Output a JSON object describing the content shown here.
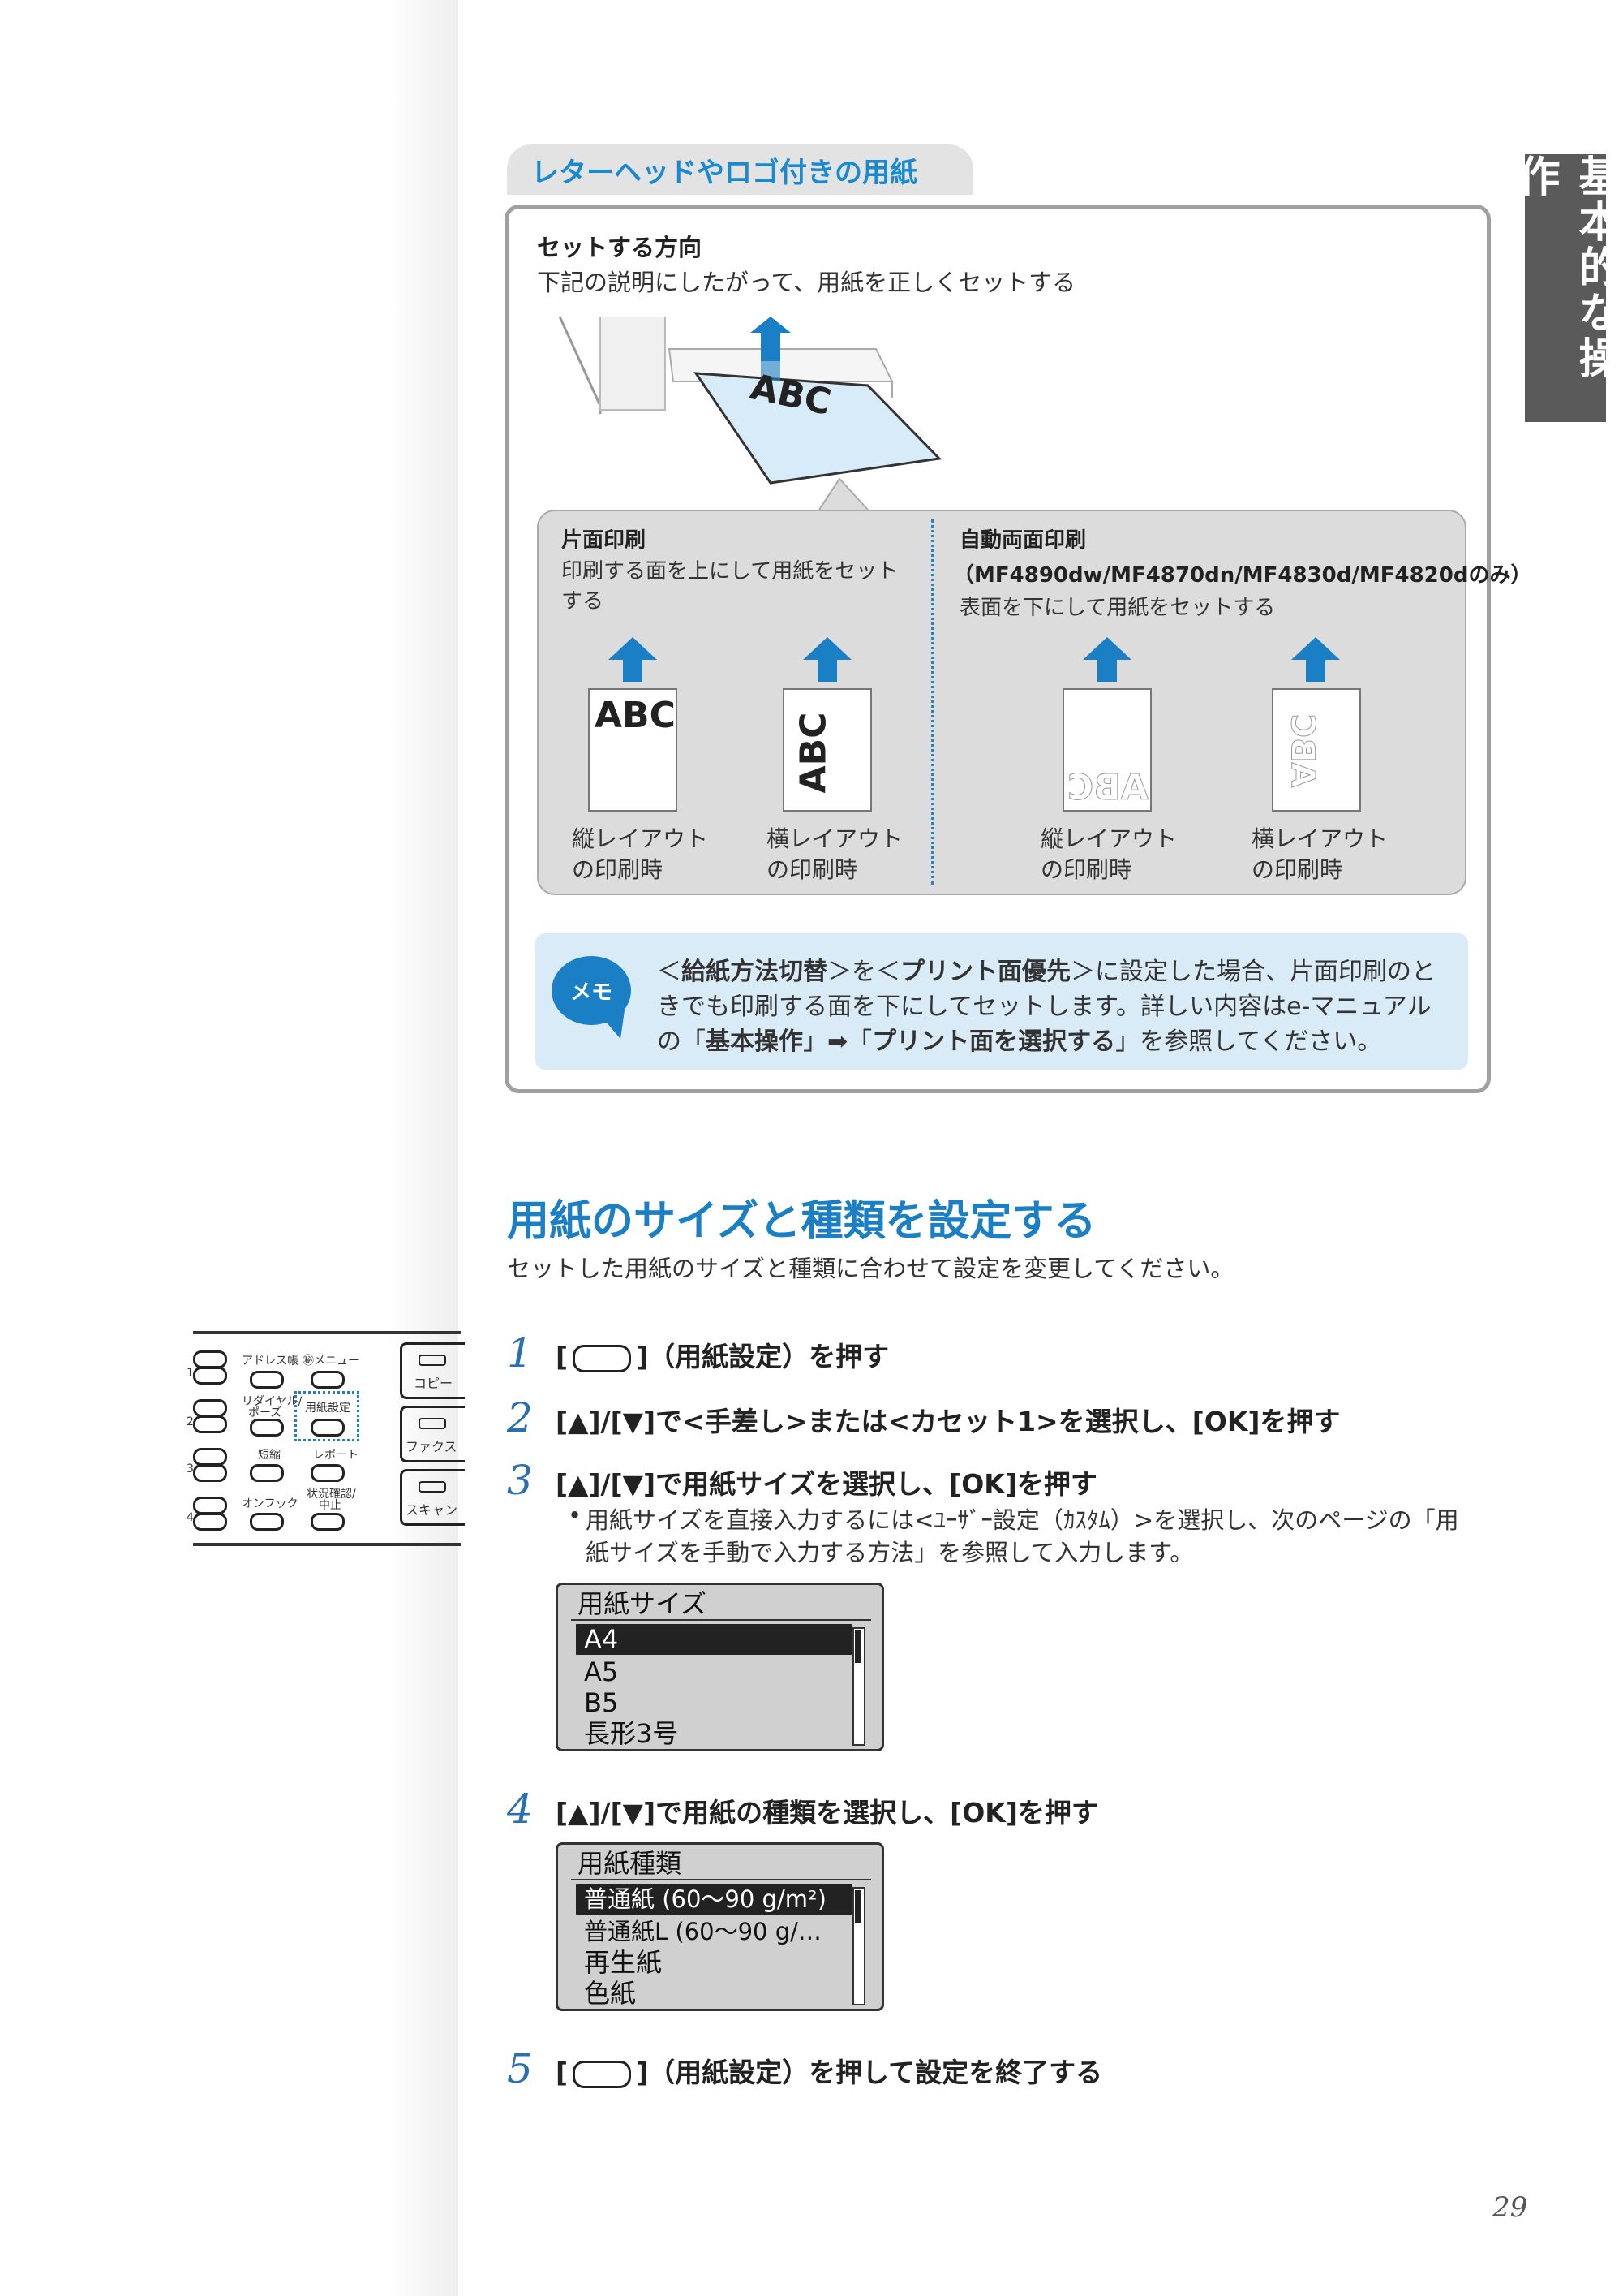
{
  "side_tab": "基本的な操作",
  "section_tab": "レターヘッドやロゴ付きの用紙",
  "set_direction": {
    "heading": "セットする方向",
    "text": "下記の説明にしたがって、用紙を正しくセットする",
    "illustration_text": "ABC"
  },
  "single_side": {
    "heading": "片面印刷",
    "text_line1": "印刷する面を上にして用紙をセット",
    "text_line2": "する",
    "portrait_text": "ABC",
    "landscape_text": "ABC",
    "portrait_caption_1": "縦レイアウト",
    "portrait_caption_2": "の印刷時",
    "landscape_caption_1": "横レイアウト",
    "landscape_caption_2": "の印刷時"
  },
  "duplex": {
    "heading": "自動両面印刷",
    "models": "（MF4890dw/MF4870dn/MF4830d/MF4820dのみ）",
    "text": "表面を下にして用紙をセットする",
    "portrait_text": "ABC",
    "landscape_text": "ABC",
    "portrait_caption_1": "縦レイアウト",
    "portrait_caption_2": "の印刷時",
    "landscape_caption_1": "横レイアウト",
    "landscape_caption_2": "の印刷時"
  },
  "memo": {
    "label": "メモ",
    "line1_a": "＜",
    "line1_b": "給紙方法切替",
    "line1_c": "＞を＜",
    "line1_d": "プリント面優先",
    "line1_e": "＞に設定した場合、片面印刷のと",
    "line2": "きでも印刷する面を下にしてセットします。詳しい内容はe-マニュアル",
    "line3_a": "の「",
    "line3_b": "基本操作",
    "line3_c": "」➡「",
    "line3_d": "プリント面を選択する",
    "line3_e": "」を参照してください。"
  },
  "main": {
    "title": "用紙のサイズと種類を設定する",
    "intro": "セットした用紙のサイズと種類に合わせて設定を変更してください。"
  },
  "control_panel": {
    "row_numbers": [
      "1",
      "2",
      "3",
      "4"
    ],
    "label_address": "アドレス帳",
    "label_menu": "㊙メニュー",
    "label_redial_1": "リダイヤル/",
    "label_redial_2": "ポーズ",
    "label_paper": "用紙設定",
    "label_short": "短縮",
    "label_report": "レポート",
    "label_onhook": "オンフック",
    "label_status_1": "状況確認/",
    "label_status_2": "中止",
    "label_copy": "コピー",
    "label_fax": "ファクス",
    "label_scan": "スキャン"
  },
  "steps": [
    {
      "num": "1",
      "pre": "[",
      "post": "]（用紙設定）を押す"
    },
    {
      "num": "2",
      "text": "[▲]/[▼]で<手差し>または<カセット1>を選択し、[OK]を押す"
    },
    {
      "num": "3",
      "text": "[▲]/[▼]で用紙サイズを選択し、[OK]を押す",
      "bullet": "•",
      "note_line1": "用紙サイズを直接入力するには<ﾕｰｻﾞｰ設定（ｶｽﾀﾑ）>を選択し、次のページの「用",
      "note_line2": "紙サイズを手動で入力する方法」を参照して入力します。"
    },
    {
      "num": "4",
      "text": "[▲]/[▼]で用紙の種類を選択し、[OK]を押す"
    },
    {
      "num": "5",
      "pre": "[",
      "post": "]（用紙設定）を押して設定を終了する"
    }
  ],
  "lcd_size": {
    "title": "用紙サイズ",
    "items": [
      "A4",
      "A5",
      "B5",
      "長形3号"
    ]
  },
  "lcd_type": {
    "title": "用紙種類",
    "items": [
      "普通紙 (60〜90 g/m²)",
      "普通紙L (60〜90 g/…",
      "再生紙",
      "色紙"
    ]
  },
  "page_number": "29",
  "colors": {
    "accent": "#1a7fc4",
    "tab_gray": "#5a5a5a",
    "arrow": "#1a7fc4"
  }
}
